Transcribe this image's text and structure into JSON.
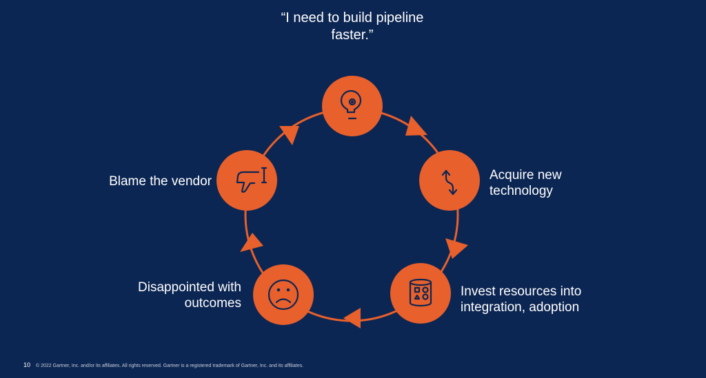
{
  "slide": {
    "quote": "“I need to build pipeline faster.”",
    "steps": [
      {
        "label": "Acquire new technology",
        "icon": "arrows-exchange-icon"
      },
      {
        "label": "Invest resources into integration, adoption",
        "icon": "database-shapes-icon"
      },
      {
        "label": "Disappointed with outcomes",
        "icon": "sad-face-icon"
      },
      {
        "label": "Blame the vendor",
        "icon": "thumbs-down-icon"
      }
    ],
    "top_icon": "lightbulb-gear-icon",
    "colors": {
      "background": "#0c2653",
      "accent": "#e8602c"
    }
  },
  "footer": {
    "page_number": "10",
    "copyright": "© 2022 Gartner, Inc. and/or its affiliates. All rights reserved. Gartner is a registered trademark of Gartner, Inc. and its affiliates."
  }
}
